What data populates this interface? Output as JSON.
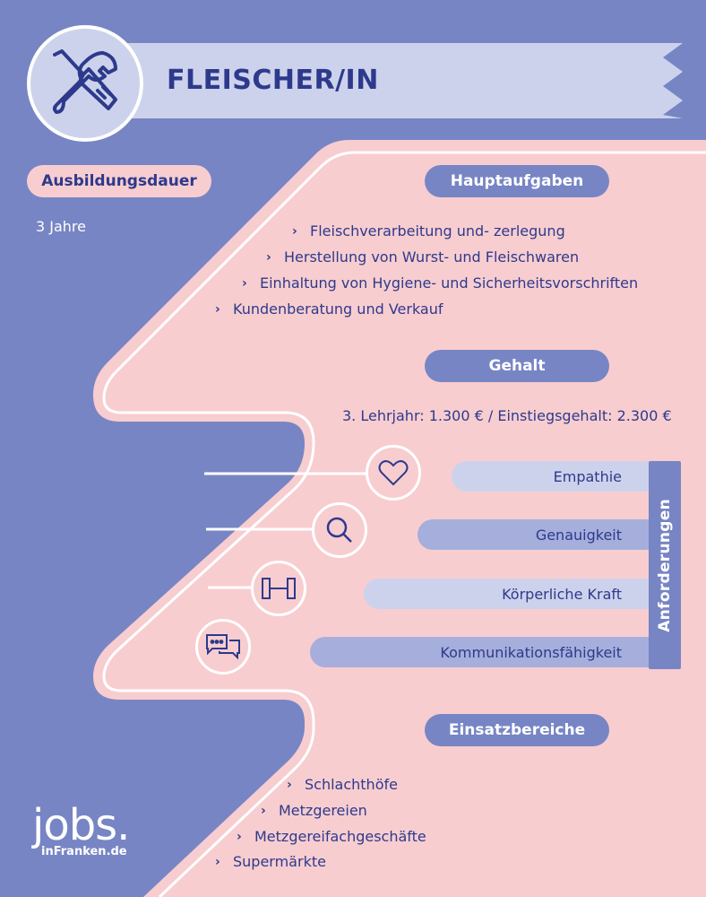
{
  "header": {
    "title": "FLEISCHER/IN",
    "icon": "tools-icon"
  },
  "duration": {
    "label": "Ausbildungsdauer",
    "value": "3 Jahre"
  },
  "tasks": {
    "label": "Hauptaufgaben",
    "items": [
      "Fleischverarbeitung und- zerlegung",
      "Herstellung von Wurst- und Fleischwaren",
      "Einhaltung von Hygiene- und Sicherheitsvorschriften",
      "Kundenberatung und Verkauf"
    ]
  },
  "salary": {
    "label": "Gehalt",
    "text": "3. Lehrjahr: 1.300 € / Einstiegsgehalt: 2.300 €"
  },
  "requirements": {
    "label": "Anforderungen",
    "items": [
      {
        "label": "Empathie",
        "icon": "heart-icon"
      },
      {
        "label": "Genauigkeit",
        "icon": "magnifier-icon"
      },
      {
        "label": "Körperliche Kraft",
        "icon": "dumbbell-icon"
      },
      {
        "label": "Kommunikationsfähigkeit",
        "icon": "chat-bubbles-icon"
      }
    ]
  },
  "fields": {
    "label": "Einsatzbereiche",
    "items": [
      "Schlachthöfe",
      "Metzgereien",
      "Metzgereifachgeschäfte",
      "Supermärkte"
    ]
  },
  "logo": {
    "main": "jobs.",
    "sub": "inFranken.de"
  },
  "colors": {
    "navy": "#2d3a8c",
    "periwinkle": "#7785c4",
    "pink": "#f8cdd0",
    "lavender": "#cdd2ec"
  }
}
